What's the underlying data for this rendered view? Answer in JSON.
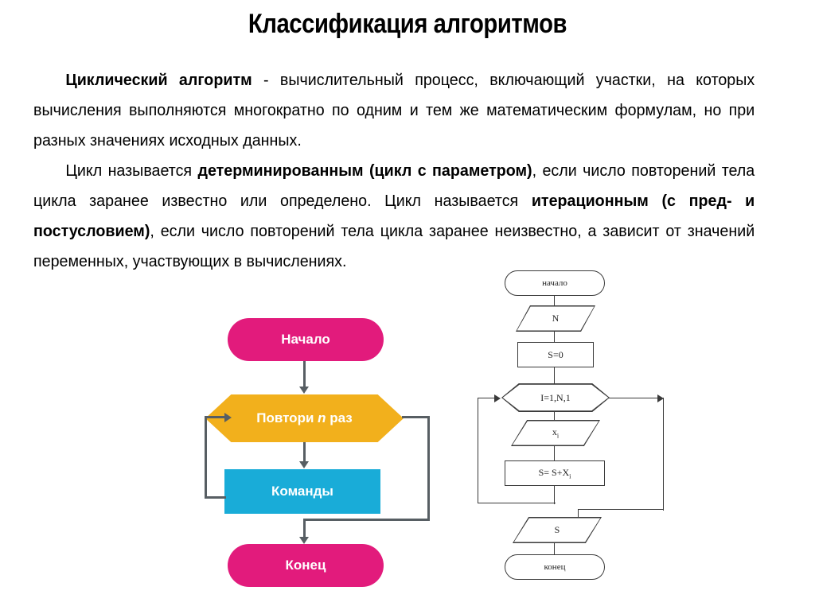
{
  "slide": {
    "title": "Классификация алгоритмов"
  },
  "body": {
    "paragraph1": {
      "lead": "Циклический алгоритм",
      "rest": " - вычислительный процесс, включающий участки, на которых вычисления выполняются многократно по одним и тем же математическим формулам, но при разных значениях исходных данных."
    },
    "paragraph2": {
      "part1": "Цикл называется ",
      "bold1": "детерминированным (цикл с параметром)",
      "part2": ", если число повторений тела цикла заранее известно или определено. Цикл называется ",
      "bold2": "итерационным (с пред- и постусловием)",
      "part3": ", если число повторений тела цикла заранее неизвестно, а зависит от значений переменных, участвующих в вычислениях."
    }
  },
  "flow_left": {
    "colors": {
      "terminator": "#E21B7C",
      "loop_header": "#F2B01C",
      "process": "#19ACD8",
      "connector": "#575E63",
      "label": "#FFFFFF"
    },
    "nodes": [
      {
        "id": "start",
        "shape": "terminator",
        "label": "Начало"
      },
      {
        "id": "repeat",
        "shape": "hexagon",
        "label_before": "Повтори ",
        "label_italic": "n",
        "label_after": " раз"
      },
      {
        "id": "body",
        "shape": "process",
        "label": "Команды"
      },
      {
        "id": "end",
        "shape": "terminator",
        "label": "Конец"
      }
    ],
    "edges": [
      {
        "from": "start",
        "to": "repeat",
        "kind": "straight-down"
      },
      {
        "from": "repeat",
        "to": "body",
        "kind": "straight-down"
      },
      {
        "from": "body",
        "to": "repeat",
        "kind": "loop-back-left"
      },
      {
        "from": "repeat",
        "to": "end",
        "kind": "exit-right-down"
      }
    ]
  },
  "flow_right": {
    "colors": {
      "stroke": "#3A3A3A",
      "fill": "#FFFFFF"
    },
    "nodes": [
      {
        "id": "start",
        "shape": "terminator",
        "label": "начало"
      },
      {
        "id": "input_n",
        "shape": "parallelogram",
        "label": "N"
      },
      {
        "id": "init_s",
        "shape": "rectangle",
        "label": "S=0"
      },
      {
        "id": "loop",
        "shape": "hexagon",
        "label": "I=1,N,1"
      },
      {
        "id": "input_x",
        "shape": "parallelogram",
        "label": "x",
        "sub": "i"
      },
      {
        "id": "accum",
        "shape": "rectangle",
        "label": "S= S+X",
        "sub": "i"
      },
      {
        "id": "output_s",
        "shape": "parallelogram",
        "label": "S"
      },
      {
        "id": "end",
        "shape": "terminator",
        "label": "конец"
      }
    ],
    "edges": [
      {
        "from": "start",
        "to": "input_n",
        "kind": "straight-down"
      },
      {
        "from": "input_n",
        "to": "init_s",
        "kind": "straight-down"
      },
      {
        "from": "init_s",
        "to": "loop",
        "kind": "straight-down"
      },
      {
        "from": "loop",
        "to": "input_x",
        "kind": "straight-down"
      },
      {
        "from": "input_x",
        "to": "accum",
        "kind": "straight-down"
      },
      {
        "from": "accum",
        "to": "loop",
        "kind": "loop-back-left"
      },
      {
        "from": "loop",
        "to": "output_s",
        "kind": "exit-right-down"
      },
      {
        "from": "output_s",
        "to": "end",
        "kind": "straight-down"
      }
    ]
  }
}
